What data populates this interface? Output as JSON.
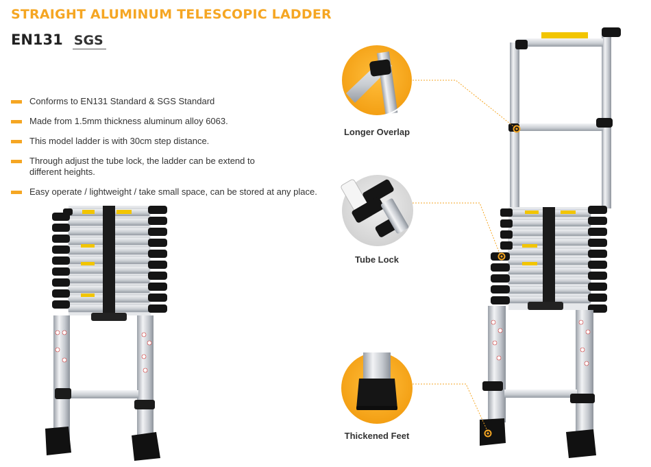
{
  "header": {
    "title": "STRAIGHT ALUMINUM TELESCOPIC LADDER",
    "standard_1": "EN131",
    "standard_2": "SGS"
  },
  "features": [
    "Conforms to EN131 Standard & SGS Standard",
    "Made from 1.5mm thickness aluminum alloy 6063.",
    "This model ladder is with 30cm step distance.",
    "Through adjust the tube lock, the ladder can be extend to different heights.",
    "Easy operate / lightweight / take small space, can be stored at any place."
  ],
  "callouts": {
    "overlap": "Longer Overlap",
    "tube_lock": "Tube Lock",
    "feet": "Thickened Feet"
  },
  "colors": {
    "accent": "#f5a623",
    "dark": "#222222",
    "aluminum": "#d8dbe0"
  }
}
